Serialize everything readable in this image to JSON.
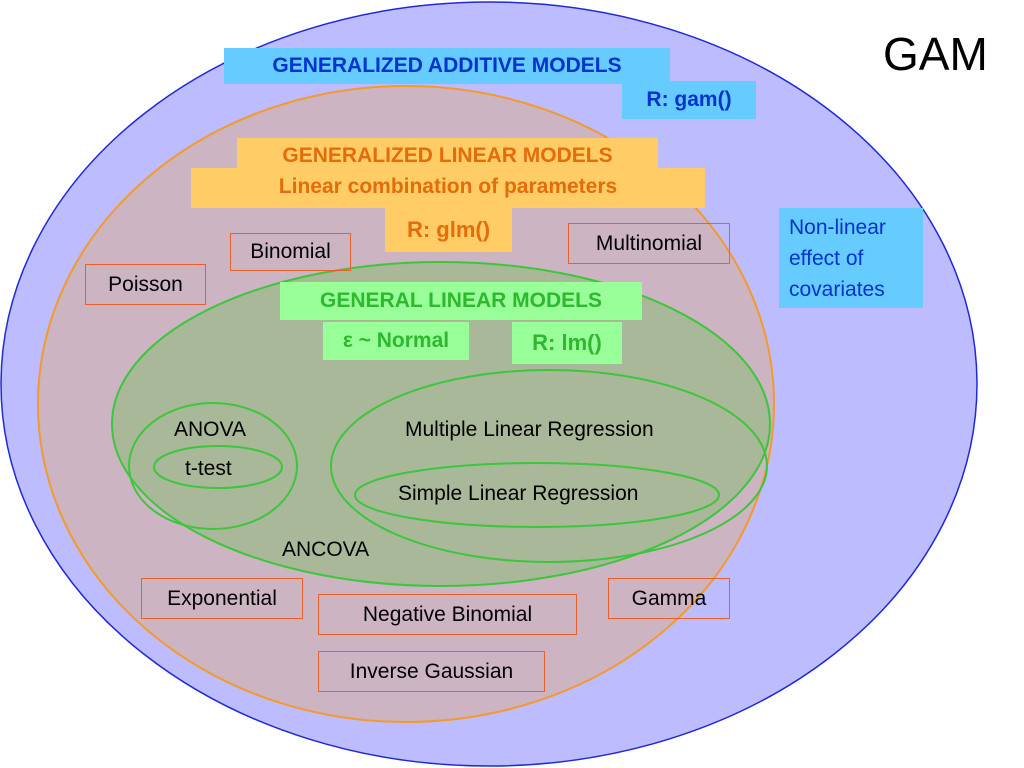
{
  "title": "GAM",
  "gam": {
    "heading": "GENERALIZED ADDITIVE MODELS",
    "r_function": "R: gam()",
    "note_lines": [
      "Non-linear",
      "effect of",
      "covariates"
    ]
  },
  "glm": {
    "heading": "GENERALIZED LINEAR MODELS",
    "subheading": "Linear combination of parameters",
    "r_function": "R: glm()",
    "distributions": {
      "binomial": "Binomial",
      "multinomial": "Multinomial",
      "poisson": "Poisson",
      "exponential": "Exponential",
      "negative_binomial": "Negative Binomial",
      "gamma": "Gamma",
      "inverse_gaussian": "Inverse Gaussian"
    }
  },
  "lm": {
    "heading": "GENERAL LINEAR MODELS",
    "error_spec": "ε ~ Normal",
    "r_function": "R: lm()",
    "anova": "ANOVA",
    "t_test": "t-test",
    "multiple_regression": "Multiple Linear Regression",
    "simple_regression": "Simple Linear Regression",
    "ancova": "ANCOVA"
  },
  "colors": {
    "gam_fill": "#bcbcff",
    "gam_stroke": "#1f2ad6",
    "glm_fill": "#cdb4c3",
    "glm_stroke": "#f39a2c",
    "lm_fill": "#aab89a",
    "lm_stroke": "#3cc63c",
    "blue_label_bg": "#66ccff",
    "blue_label_text": "#0033cc",
    "orange_label_bg": "#ffcc66",
    "orange_label_text": "#e46c0a",
    "green_label_bg": "#99ff99",
    "green_label_text": "#2db82d",
    "distribution_border": "#ea5f2a"
  }
}
